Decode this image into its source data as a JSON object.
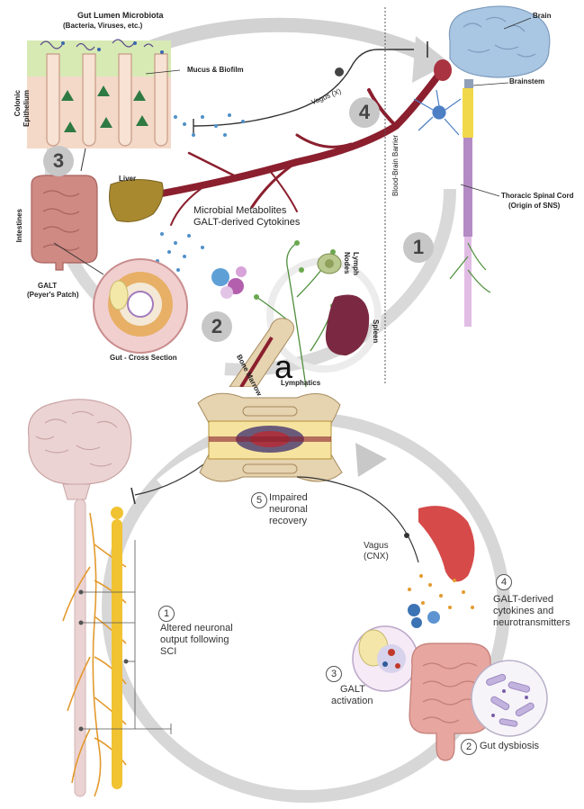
{
  "panel_a": {
    "letter": "a",
    "labels": {
      "microbiota_title": "Gut Lumen Microbiota",
      "microbiota_sub": "(Bacteria, Viruses, etc.)",
      "mucus": "Mucus & Biofilm",
      "colonic": "Colonic",
      "epithelium": "Epithelium",
      "vagus": "Vagus (X)",
      "liver": "Liver",
      "metabolites": "Microbial Metabolites",
      "cytokines": "GALT-derived Cytokines",
      "intestines": "Intestines",
      "galt": "GALT",
      "peyers": "(Peyer's Patch)",
      "cross_section": "Gut - Cross Section",
      "lymph": "Lymph",
      "nodes": "Nodes",
      "spleen": "Spleen",
      "bone_marrow": "Bone Marrow",
      "lymphatics": "Lymphatics",
      "bbb": "Blood-Brain Barrier",
      "brain": "Brain",
      "brainstem": "Brainstem",
      "thoracic": "Thoracic Spinal Cord",
      "origin_sns": "(Origin of SNS)"
    },
    "numbers": [
      "1",
      "2",
      "3",
      "4"
    ]
  },
  "panel_b": {
    "steps": [
      {
        "num": "1",
        "lines": [
          "Altered neuronal",
          "output following",
          "SCI"
        ]
      },
      {
        "num": "2",
        "lines": [
          "Gut dysbiosis"
        ]
      },
      {
        "num": "3",
        "lines": [
          "GALT",
          "activation"
        ]
      },
      {
        "num": "4",
        "lines": [
          "GALT-derived",
          "cytokines and",
          "neurotransmitters"
        ]
      },
      {
        "num": "5",
        "lines": [
          "Impaired",
          "neuronal",
          "recovery"
        ]
      }
    ],
    "vagus": [
      "Vagus",
      "(CNX)"
    ]
  },
  "colors": {
    "arrow_gray": "#cfcfcf",
    "vessel": "#8b1f2e",
    "brain_blue": "#a9c7e3",
    "spinal_yellow": "#f1d84a",
    "spinal_purple": "#b48cc4",
    "intestine": "#cf8a83",
    "nerve_orange": "#e39a2e",
    "brain_pink": "#ecd3d3"
  }
}
